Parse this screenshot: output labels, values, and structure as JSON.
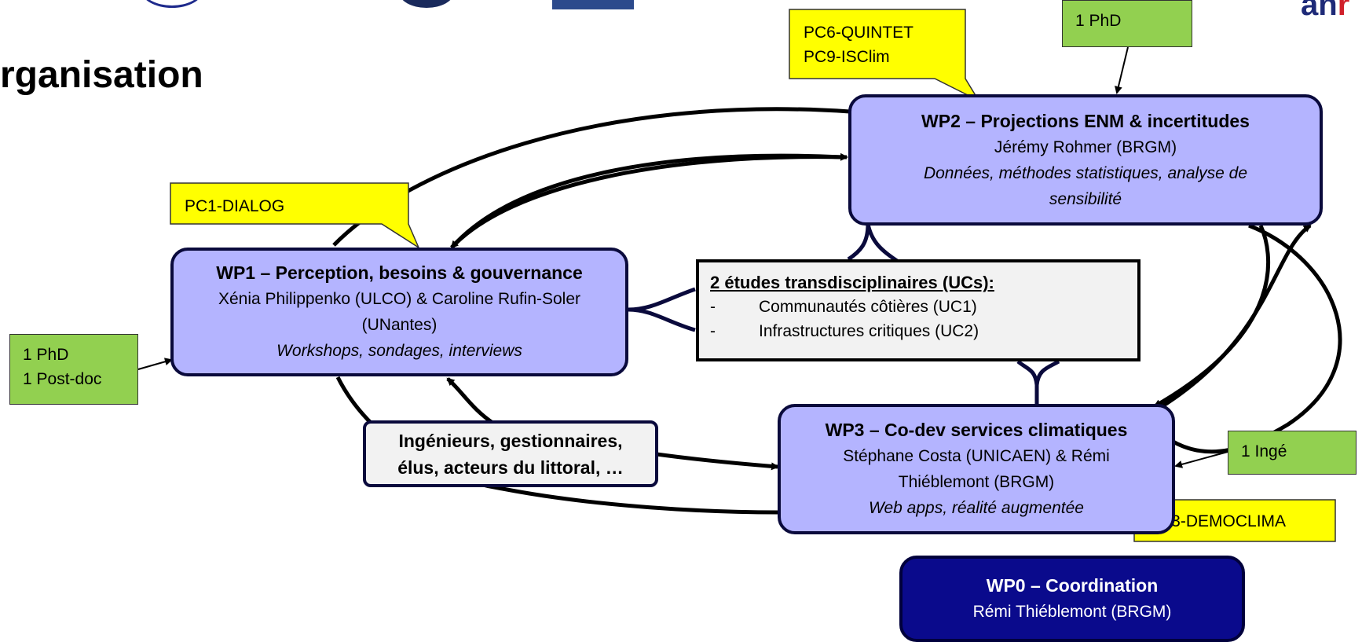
{
  "page": {
    "title": "rganisation"
  },
  "wp1": {
    "title": "WP1 – Perception, besoins & gouvernance",
    "lead_line1": "Xénia Philippenko (ULCO) & Caroline Rufin-Soler",
    "lead_line2": "(UNantes)",
    "desc": "Workshops, sondages, interviews"
  },
  "wp2": {
    "title": "WP2 – Projections ENM & incertitudes",
    "lead": "Jérémy Rohmer (BRGM)",
    "desc_line1": "Données, méthodes statistiques, analyse de",
    "desc_line2": "sensibilité"
  },
  "wp3": {
    "title": "WP3 – Co-dev services climatiques",
    "lead_line1": "Stéphane Costa (UNICAEN) & Rémi",
    "lead_line2": "Thiéblemont (BRGM)",
    "desc": "Web apps, réalité augmentée"
  },
  "wp0": {
    "title": "WP0 – Coordination",
    "lead": "Rémi Thiéblemont (BRGM)"
  },
  "use_cases": {
    "heading": "2 études transdisciplinaires (UCs):",
    "items": [
      {
        "dash": "-",
        "label": "Communautés côtières (UC1)"
      },
      {
        "dash": "-",
        "label": "Infrastructures critiques (UC2)"
      }
    ]
  },
  "stakeholders": {
    "line1": "Ingénieurs, gestionnaires,",
    "line2": "élus, acteurs du littoral, …"
  },
  "resources": {
    "wp1": {
      "line1": "1 PhD",
      "line2": "1 Post-doc"
    },
    "wp2": "1 PhD",
    "wp3": "1 Ingé"
  },
  "callouts": {
    "pc1": "PC1-DIALOG",
    "pc6": "PC6-QUINTET",
    "pc9": "PC9-ISClim",
    "pc3": "PC3-DEMOCLIMA"
  },
  "colors": {
    "wp_fill": "#b4b4ff",
    "wp_border": "#0a0a3c",
    "wp0_fill": "#0a0a8c",
    "callout_fill": "#ffff00",
    "resource_fill": "#92d050",
    "usecase_fill": "#f2f2f2"
  }
}
